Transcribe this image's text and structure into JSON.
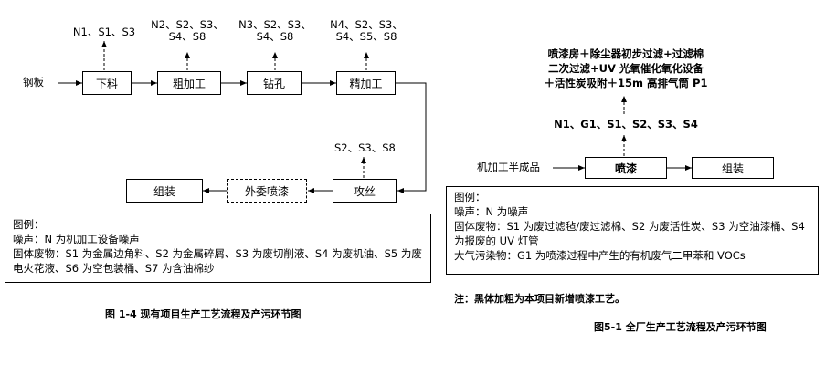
{
  "left": {
    "input": "钢板",
    "steps": [
      "下料",
      "粗加工",
      "钻孔",
      "精加工"
    ],
    "emissions_top": [
      [
        "N1、S1、S3"
      ],
      [
        "N2、S2、S3、",
        "S4、S8"
      ],
      [
        "N3、S2、S3、",
        "S4、S8"
      ],
      [
        "N4、S2、S3、",
        "S4、S5、S8"
      ]
    ],
    "thread": "攻丝",
    "thread_emission": "S2、S3、S8",
    "outsourced": "外委喷漆",
    "assembly": "组装",
    "legend": {
      "title": "图例：",
      "noise": "噪声：N 为机加工设备噪声",
      "solid": "固体废物：S1 为金属边角料、S2 为金属碎屑、S3 为废切削液、S4 为废机油、S5 为废电火花液、S6 为空包装桶、S7 为含油棉纱"
    },
    "caption": "图 1-4    现有项目生产工艺流程及产污环节图"
  },
  "right": {
    "treatment": [
      "喷漆房＋除尘器初步过滤+过滤棉",
      "二次过滤+UV 光氧催化氧化设备",
      "＋活性炭吸附＋15m 高排气筒 P1"
    ],
    "emission": "N1、G1、S1、S2、S3、S4",
    "input": "机加工半成品",
    "steps": [
      "喷漆",
      "组装"
    ],
    "legend": {
      "title": "图例：",
      "noise": "噪声：N 为噪声",
      "solid": "固体废物：S1 为废过滤毡/废过滤棉、S2 为废活性炭、S3 为空油漆桶、S4 为报废的 UV 灯管",
      "air": "大气污染物：G1 为喷漆过程中产生的有机废气二甲苯和 VOCs"
    },
    "note": "注：黑体加粗为本项目新增喷漆工艺。",
    "caption": "图5-1    全厂生产工艺流程及产污环节图"
  }
}
